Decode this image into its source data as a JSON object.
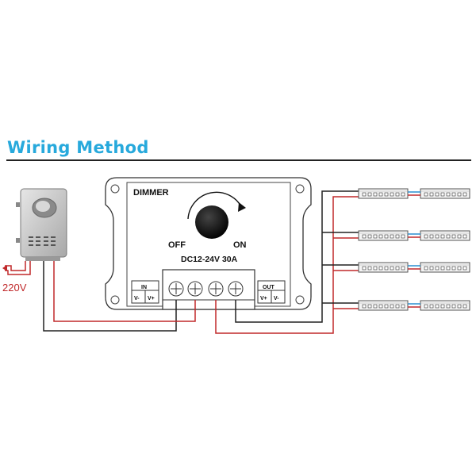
{
  "title": "Wiring Method",
  "dimmer": {
    "name": "DIMMER",
    "off_label": "OFF",
    "on_label": "ON",
    "rating": "DC12-24V 30A",
    "in_label": "IN",
    "in_minus": "V-",
    "in_plus": "V+",
    "out_label": "OUT",
    "out_plus": "V+",
    "out_minus": "V-"
  },
  "power_supply": {
    "input_voltage": "220V"
  },
  "colors": {
    "title": "#27a9dc",
    "wire_red": "#c0282a",
    "wire_black": "#222222"
  }
}
